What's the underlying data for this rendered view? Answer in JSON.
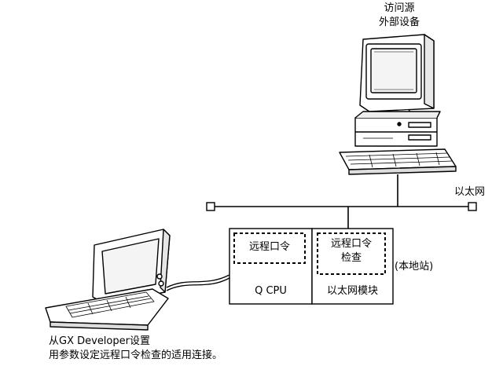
{
  "source_device": {
    "line1": "访问源",
    "line2": "外部设备"
  },
  "network": {
    "label": "以太网"
  },
  "station": {
    "qcpu_function": "远程口令",
    "qcpu_label": "Q CPU",
    "module_function_line1": "远程口令",
    "module_function_line2": "检查",
    "module_label": "以太网模块",
    "note": "(本地站)"
  },
  "caption": {
    "line1": "从GX Developer设置",
    "line2": "用参数设定远程口令检查的适用连接。"
  }
}
